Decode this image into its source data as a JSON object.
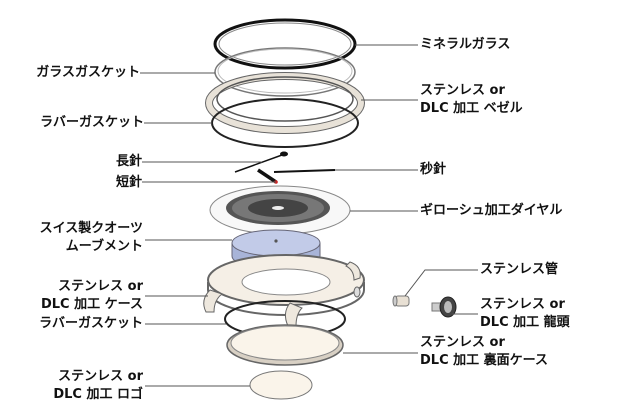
{
  "title": "Watch exploded parts diagram",
  "colors": {
    "line": "#555555",
    "ring_dark": "#222222",
    "bezel": "#e8e2d8",
    "case_fill": "#f5efe6",
    "movement": "#b8c4e4",
    "dial": "#f2f2f2",
    "accent_red": "#cc2222"
  },
  "labels_left": [
    {
      "id": "glass-gasket",
      "lines": [
        "ガラスガスケット"
      ]
    },
    {
      "id": "rubber-gasket-top",
      "lines": [
        "ラバーガスケット"
      ]
    },
    {
      "id": "minute-hand",
      "lines": [
        "長針"
      ]
    },
    {
      "id": "hour-hand",
      "lines": [
        "短針"
      ]
    },
    {
      "id": "movement",
      "lines": [
        "スイス製クオーツ",
        "ムーブメント"
      ]
    },
    {
      "id": "case",
      "lines": [
        "ステンレス or",
        "DLC 加工 ケース"
      ]
    },
    {
      "id": "rubber-gasket-bottom",
      "lines": [
        "ラバーガスケット"
      ]
    },
    {
      "id": "logo",
      "lines": [
        "ステンレス or",
        "DLC 加工 ロゴ"
      ]
    }
  ],
  "labels_right": [
    {
      "id": "mineral-glass",
      "lines": [
        "ミネラルガラス"
      ]
    },
    {
      "id": "bezel",
      "lines": [
        "ステンレス or",
        "DLC 加工 ベゼル"
      ]
    },
    {
      "id": "second-hand",
      "lines": [
        "秒針"
      ]
    },
    {
      "id": "dial",
      "lines": [
        "ギローシュ加工ダイヤル"
      ]
    },
    {
      "id": "tube",
      "lines": [
        "ステンレス管"
      ]
    },
    {
      "id": "crown",
      "lines": [
        "ステンレス or",
        "DLC 加工 龍頭"
      ]
    },
    {
      "id": "caseback",
      "lines": [
        "ステンレス or",
        "DLC 加工 裏面ケース"
      ]
    }
  ]
}
